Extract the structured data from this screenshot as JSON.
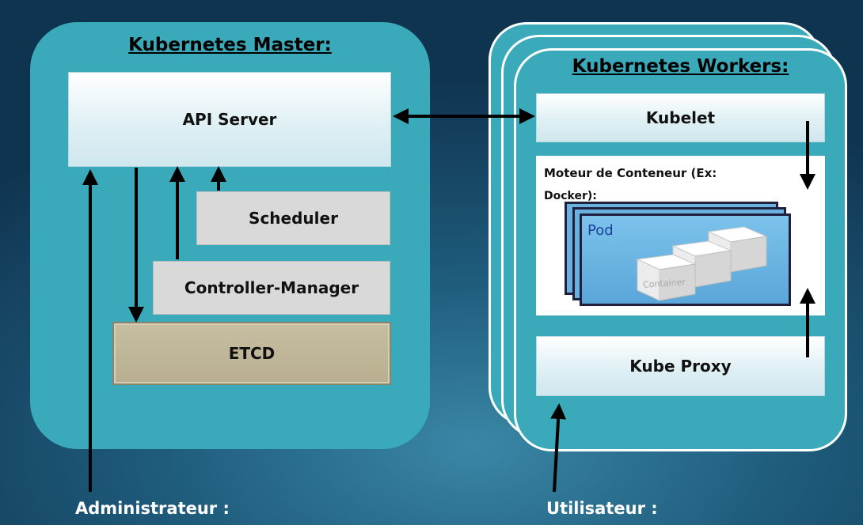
{
  "master": {
    "title": "Kubernetes Master:",
    "api_server": "API Server",
    "scheduler": "Scheduler",
    "controller_manager": "Controller-Manager",
    "etcd": "ETCD"
  },
  "workers": {
    "title": "Kubernetes Workers:",
    "kubelet": "Kubelet",
    "container_engine_line1": "Moteur de Conteneur (Ex:",
    "container_engine_line2": "Docker):",
    "pod": "Pod",
    "container": "Container",
    "kube_proxy": "Kube Proxy"
  },
  "actors": {
    "admin": "Administrateur :",
    "user": "Utilisateur :"
  },
  "colors": {
    "background": "#1f5c7c",
    "panel": "#3aaabb",
    "etcd": "#b8ae8f",
    "pod": "#6ab1e0"
  }
}
